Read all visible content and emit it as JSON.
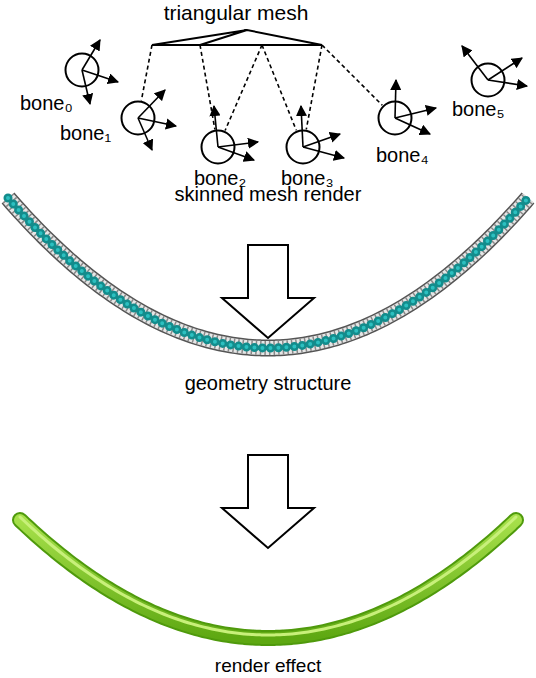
{
  "diagram": {
    "nodes": [
      {
        "text": [
          "triangular mesh"
        ]
      },
      {
        "text": [
          "bone₀"
        ]
      },
      {
        "text": [
          "bone₁"
        ]
      },
      {
        "text": [
          "bone₂"
        ]
      },
      {
        "text": [
          "bone₃"
        ]
      },
      {
        "text": [
          "bone₄"
        ]
      },
      {
        "text": [
          "bone₅"
        ]
      }
    ],
    "edges": [
      {
        "from": 0,
        "to": 2,
        "arrow": "none"
      },
      {
        "from": 0,
        "to": 3,
        "arrow": "none"
      },
      {
        "from": 0,
        "to": 3,
        "arrow": "none"
      },
      {
        "from": 0,
        "to": 4,
        "arrow": "none"
      },
      {
        "from": 0,
        "to": 4,
        "arrow": "none"
      },
      {
        "from": 0,
        "to": 5,
        "arrow": "none"
      }
    ],
    "labels": [
      "skinned mesh render",
      "geometry structure",
      "render effect"
    ]
  }
}
